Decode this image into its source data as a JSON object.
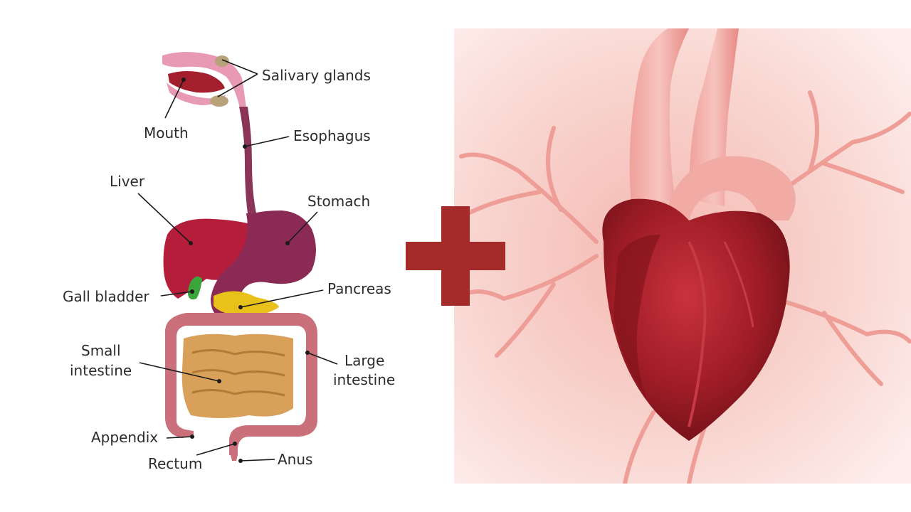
{
  "labels": {
    "salivary_glands": "Salivary glands",
    "mouth": "Mouth",
    "esophagus": "Esophagus",
    "liver": "Liver",
    "stomach": "Stomach",
    "gall_bladder": "Gall bladder",
    "pancreas": "Pancreas",
    "small_intestine_line1": "Small",
    "small_intestine_line2": "intestine",
    "large_intestine_line1": "Large",
    "large_intestine_line2": "intestine",
    "appendix": "Appendix",
    "rectum": "Rectum",
    "anus": "Anus"
  },
  "colors": {
    "plus": "#a52a2a",
    "liver": "#b51e3a",
    "stomach": "#8a2a55",
    "intestine_large": "#c9707a",
    "intestine_small": "#d9a05a",
    "pancreas": "#e8c21a",
    "gall_bladder": "#3aa53a",
    "heart": "#9e1c26",
    "heart_bg": "#fbe3df"
  }
}
